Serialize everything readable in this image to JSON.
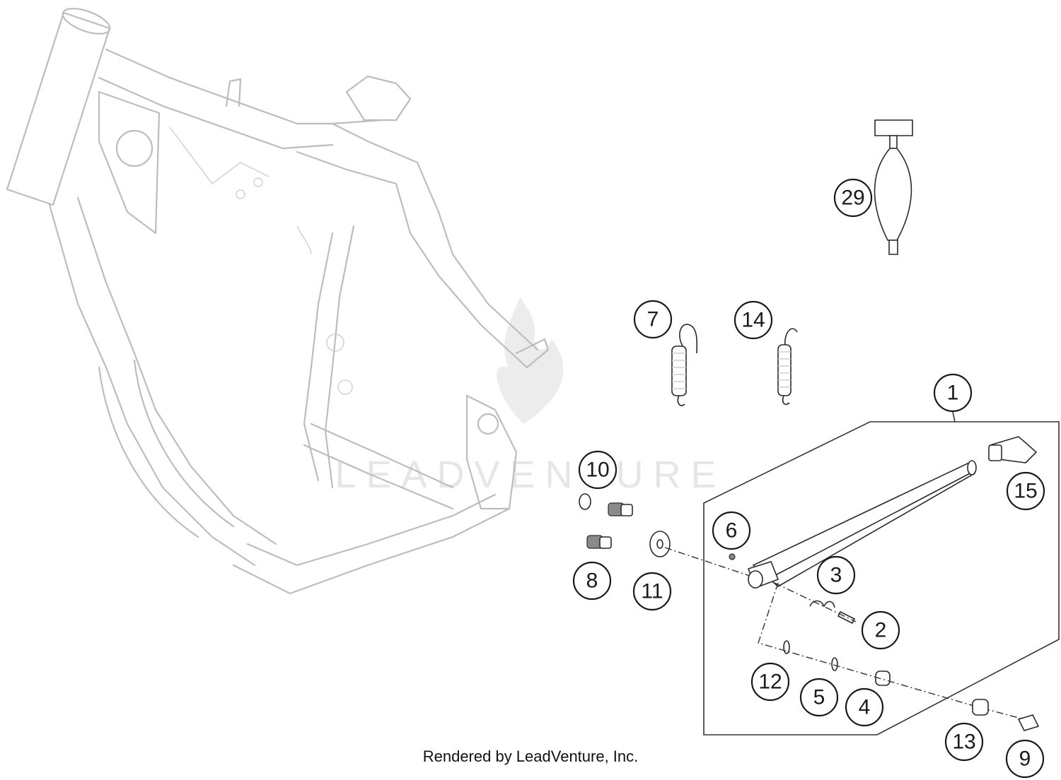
{
  "diagram": {
    "watermark": "LEADVENTURE",
    "footer": "Rendered by LeadVenture, Inc.",
    "callouts": [
      {
        "label": "1"
      },
      {
        "label": "2"
      },
      {
        "label": "3"
      },
      {
        "label": "4"
      },
      {
        "label": "5"
      },
      {
        "label": "6"
      },
      {
        "label": "7"
      },
      {
        "label": "8"
      },
      {
        "label": "9"
      },
      {
        "label": "10"
      },
      {
        "label": "11"
      },
      {
        "label": "12"
      },
      {
        "label": "13"
      },
      {
        "label": "14"
      },
      {
        "label": "15"
      },
      {
        "label": "29"
      }
    ]
  }
}
